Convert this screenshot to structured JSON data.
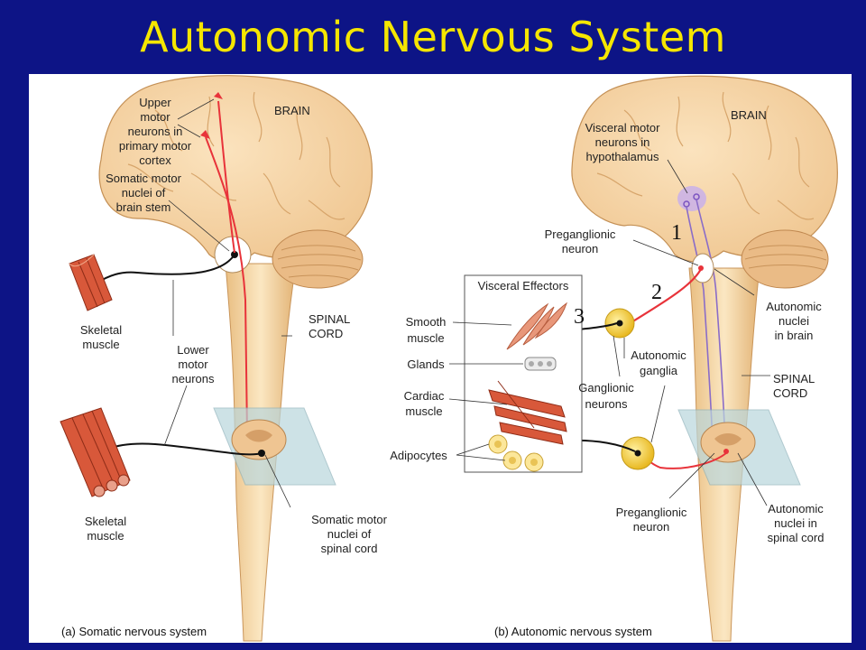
{
  "title": "Autonomic Nervous System",
  "panel_a": {
    "brain": "BRAIN",
    "upper_motor": [
      "Upper",
      "motor",
      "neurons in",
      "primary motor",
      "cortex"
    ],
    "somatic_nuclei_stem": [
      "Somatic motor",
      "nuclei of",
      "brain stem"
    ],
    "skeletal_muscle_1": [
      "Skeletal",
      "muscle"
    ],
    "lower_motor": [
      "Lower",
      "motor",
      "neurons"
    ],
    "spinal_cord": [
      "SPINAL",
      "CORD"
    ],
    "skeletal_muscle_2": [
      "Skeletal",
      "muscle"
    ],
    "somatic_nuclei_cord": [
      "Somatic motor",
      "nuclei of",
      "spinal cord"
    ],
    "caption": "(a) Somatic nervous system"
  },
  "panel_b": {
    "brain": "BRAIN",
    "visceral_motor": [
      "Visceral motor",
      "neurons in",
      "hypothalamus"
    ],
    "preganglionic_top": [
      "Preganglionic",
      "neuron"
    ],
    "visceral_effectors": "Visceral Effectors",
    "smooth_muscle": [
      "Smooth",
      "muscle"
    ],
    "glands": "Glands",
    "cardiac_muscle": [
      "Cardiac",
      "muscle"
    ],
    "adipocytes": "Adipocytes",
    "autonomic_nuclei_brain": [
      "Autonomic",
      "nuclei",
      "in brain"
    ],
    "autonomic_ganglia": [
      "Autonomic",
      "ganglia"
    ],
    "ganglionic_neurons": [
      "Ganglionic",
      "neurons"
    ],
    "spinal_cord": [
      "SPINAL",
      "CORD"
    ],
    "preganglionic_bottom": [
      "Preganglionic",
      "neuron"
    ],
    "autonomic_nuclei_cord": [
      "Autonomic",
      "nuclei in",
      "spinal cord"
    ],
    "caption": "(b) Autonomic nervous system"
  },
  "numbers": [
    "1",
    "2",
    "3"
  ],
  "colors": {
    "background": "#0d1486",
    "title": "#f5e600",
    "brain": "#f4d3a6",
    "neuron_red": "#e8333a",
    "neuron_purple": "#8a6cc8",
    "ganglion": "#f7d64a"
  }
}
